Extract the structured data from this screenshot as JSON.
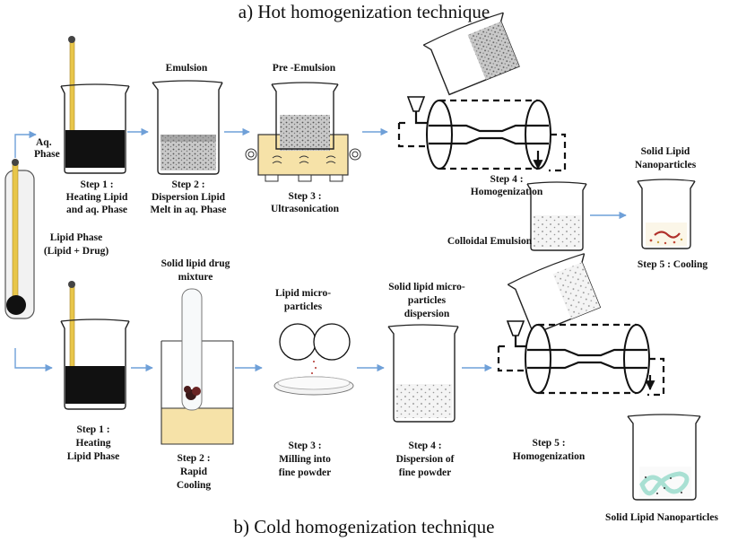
{
  "titles": {
    "hot": "a) Hot homogenization technique",
    "cold": "b) Cold homogenization technique"
  },
  "hot": {
    "aq_phase": [
      "Aq.",
      "Phase"
    ],
    "lipid_phase": [
      "Lipid Phase",
      "(Lipid + Drug)"
    ],
    "step1": [
      "Step 1 :",
      "Heating Lipid",
      "and aq. Phase"
    ],
    "emulsion": "Emulsion",
    "step2": [
      "Step 2 :",
      "Dispersion Lipid",
      "Melt in aq. Phase"
    ],
    "pre_emulsion": "Pre -Emulsion",
    "step3": [
      "Step 3 :",
      "Ultrasonication"
    ],
    "step4": [
      "Step 4 :",
      "Homogenization"
    ],
    "colloidal_emulsion": "Colloidal Emulsion",
    "sln": [
      "Solid Lipid",
      "Nanoparticles"
    ],
    "step5": "Step 5 : Cooling"
  },
  "cold": {
    "step1": [
      "Step 1 :",
      "Heating",
      "Lipid Phase"
    ],
    "solid_mixture": [
      "Solid lipid drug",
      "mixture"
    ],
    "step2": [
      "Step 2 :",
      "Rapid",
      "Cooling"
    ],
    "microparticles": [
      "Lipid micro-",
      "particles"
    ],
    "step3": [
      "Step 3 :",
      "Milling into",
      "fine powder"
    ],
    "dispersion": [
      "Solid lipid micro-",
      "particles",
      "dispersion"
    ],
    "step4": [
      "Step 4 :",
      "Dispersion of",
      "fine powder"
    ],
    "step5": [
      "Step 5 :",
      "Homogenization"
    ],
    "sln": "Solid Lipid Nanoparticles"
  },
  "colors": {
    "arrow": "#6fa0d8",
    "lipid_dark": "#111111",
    "emulsion_gray": "#9a9a9a",
    "ruler_yellow": "#e8c64a",
    "bath_yellow": "#f6e2a8",
    "sln_green": "#a9e0d3",
    "sln_red": "#b0302b"
  }
}
